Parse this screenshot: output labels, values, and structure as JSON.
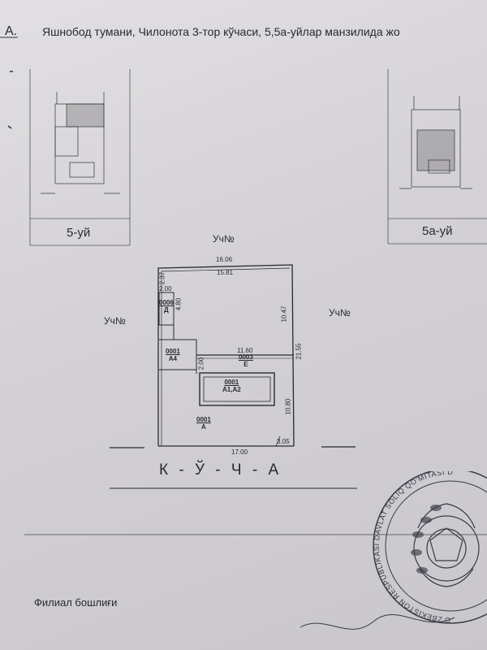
{
  "header": {
    "letter": "А.",
    "address": "Яшнобод тумани, Чилонота 3-тор кўчаси, 5,5а-уйлар манзилида жо"
  },
  "neighbors": {
    "left_label": "5-уй",
    "right_label": "5а-уй"
  },
  "plan": {
    "uch_top": "Уч№",
    "uch_left": "Уч№",
    "uch_right": "Уч№",
    "street": "К - Ў - Ч - А",
    "dims": {
      "top_outer": "16.06",
      "top_inner": "15.81",
      "left_top": "2.37",
      "d_top": "2.00",
      "d_side": "4.80",
      "right_upper": "10.47",
      "right_total": "21.55",
      "mid_length": "11.60",
      "mid_left": "2.00",
      "right_lower": "10.80",
      "bottom": "17.00",
      "bottom_right": "3.05"
    },
    "lots": {
      "d_code": "0006",
      "d_name": "Д",
      "a4_code": "0001",
      "a4_name": "А4",
      "e_code": "0003",
      "e_name": "Е",
      "a12_code": "0001",
      "a12_name": "А1,А2",
      "a_code": "0001",
      "a_name": "А"
    }
  },
  "footer": {
    "signature_label": "Филиал бошлиғи"
  },
  "stamp": {
    "ring_text": "O'ZBEKISTON RESPUBLIKASI DAVLAT SOLIQ QO'MITASI DAVLAT KADASTRLAR TOSHKENT SHAHAR BOSHQARMASI"
  }
}
